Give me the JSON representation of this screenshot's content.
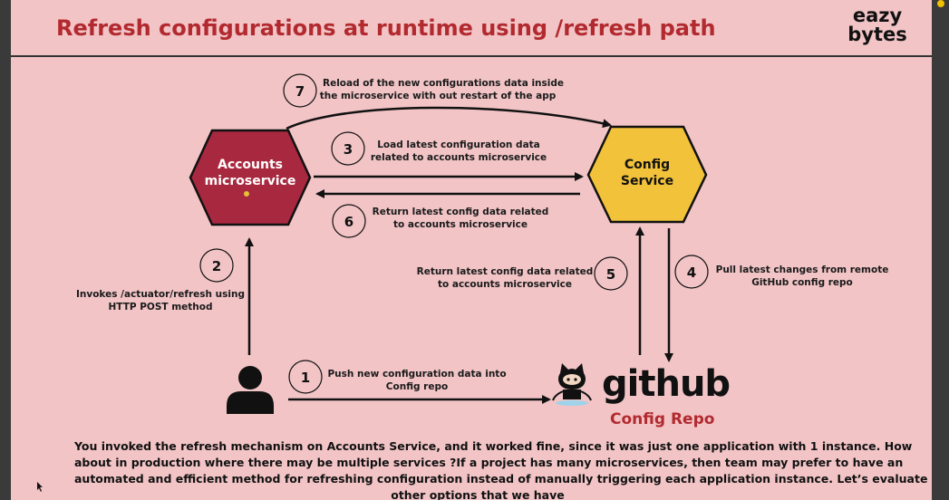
{
  "title": "Refresh configurations at runtime using /refresh path",
  "logo": {
    "line1": "eazy",
    "line2": "bytes"
  },
  "nodes": {
    "accounts": {
      "line1": "Accounts",
      "line2": "microservice",
      "fill": "#a8283f"
    },
    "config": {
      "line1": "Config",
      "line2": "Service",
      "fill": "#f2c23a"
    }
  },
  "github": {
    "word": "github",
    "caption": "Config Repo"
  },
  "steps": [
    {
      "num": "1",
      "line1": "Push new configuration data into",
      "line2": "Config repo"
    },
    {
      "num": "2",
      "line1": "Invokes /actuator/refresh using",
      "line2": "HTTP POST method"
    },
    {
      "num": "3",
      "line1": "Load latest configuration data",
      "line2": "related to accounts microservice"
    },
    {
      "num": "4",
      "line1": "Pull latest changes from remote",
      "line2": "GitHub config repo"
    },
    {
      "num": "5",
      "line1": "Return latest config data related",
      "line2": "to accounts microservice"
    },
    {
      "num": "6",
      "line1": "Return latest config data related",
      "line2": "to accounts microservice"
    },
    {
      "num": "7",
      "line1": "Reload of the new configurations data inside",
      "line2": "the microservice with out restart of the app"
    }
  ],
  "paragraph": [
    "You invoked the refresh mechanism on Accounts Service, and it worked fine, since it was just one application with 1 instance. How",
    "about in production where there may be multiple services ?If a project has many microservices, then team may prefer to have an",
    "automated and efficient method for refreshing configuration instead of manually triggering each application instance.  Let’s evaluate",
    "other options that we have"
  ],
  "colors": {
    "background": "#f2c4c6",
    "title": "#b22a2f",
    "accounts": "#a8283f",
    "config": "#f2c23a"
  },
  "icons": [
    "user-icon",
    "octocat-icon"
  ]
}
